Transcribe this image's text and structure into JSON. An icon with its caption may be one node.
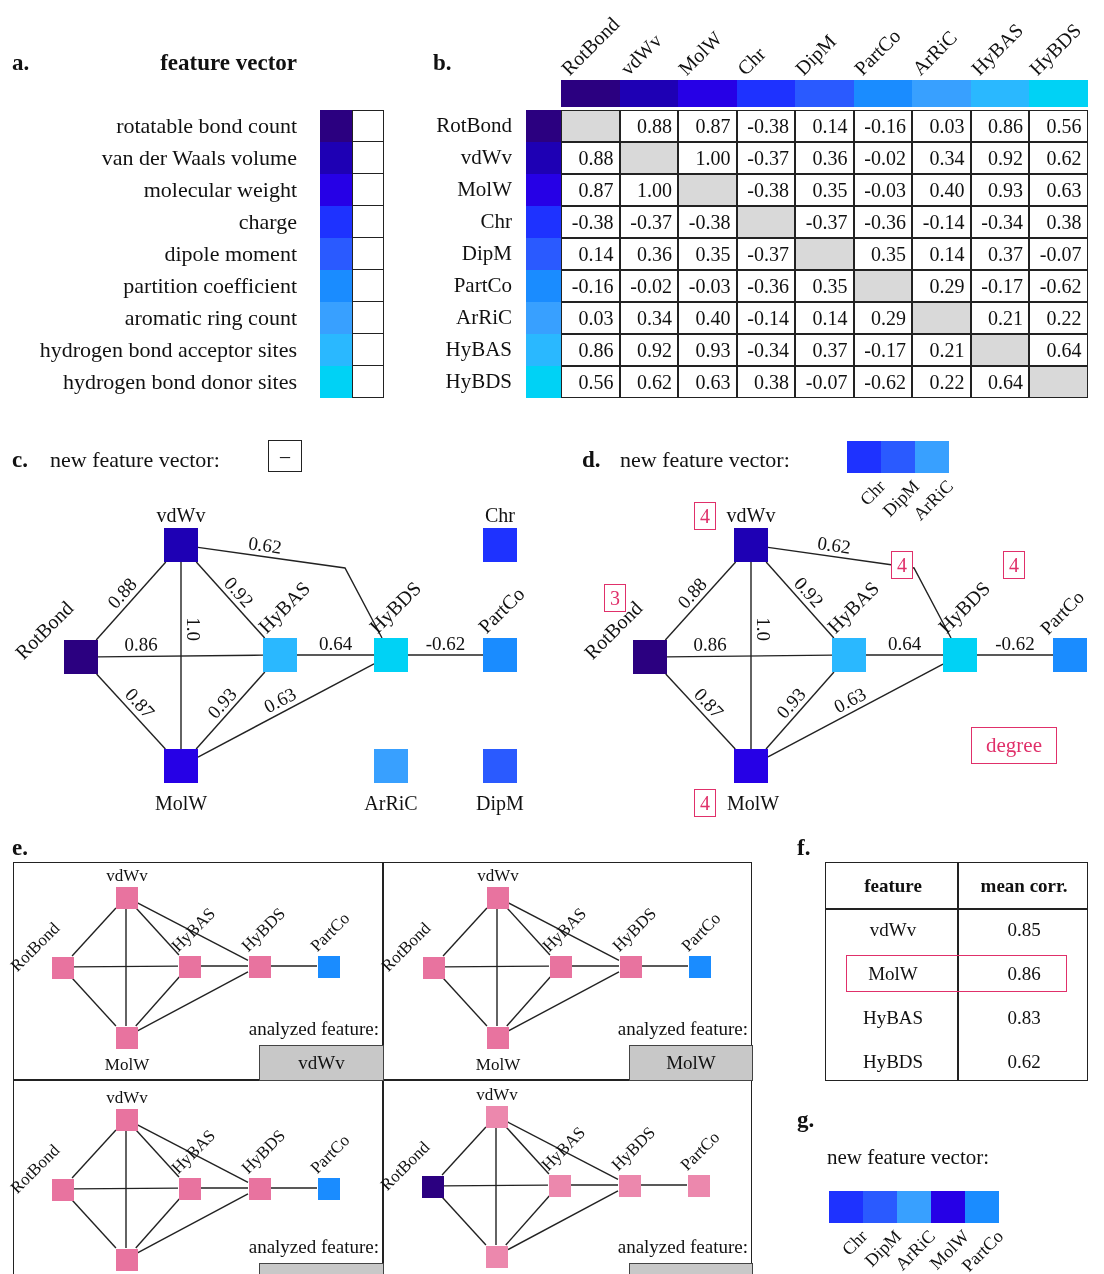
{
  "diagram": {
    "nodes": [
      {
        "text": [
          "vdWv"
        ]
      },
      {
        "text": [
          "Chr"
        ]
      },
      {
        "text": [
          "RotBond"
        ]
      },
      {
        "text": [
          "HyBAS"
        ]
      },
      {
        "text": [
          "HyBDS"
        ]
      },
      {
        "text": [
          "PartCo"
        ]
      },
      {
        "text": [
          "MolW"
        ]
      },
      {
        "text": [
          "ArRiC"
        ]
      },
      {
        "text": [
          "DipM"
        ]
      },
      {
        "text": [
          "vdWv"
        ],
        "beside": [
          "4"
        ]
      },
      {
        "text": [
          "RotBond"
        ],
        "beside": [
          "3"
        ]
      },
      {
        "text": [
          "HyBAS"
        ],
        "beside": [
          "4"
        ]
      },
      {
        "text": [
          "HyBDS"
        ],
        "beside": [
          "4"
        ]
      },
      {
        "text": [
          "PartCo"
        ]
      },
      {
        "text": [
          "MolW"
        ],
        "beside": [
          "4"
        ]
      },
      {
        "text": [
          "analyzed feature:"
        ]
      },
      {
        "text": [
          "vdWv"
        ],
        "in": 15
      },
      {
        "text": [
          "RotBond"
        ],
        "in": 15
      },
      {
        "text": [
          "HyBAS"
        ],
        "in": 15
      },
      {
        "text": [
          "HyBDS"
        ],
        "in": 15
      },
      {
        "text": [
          "PartCo"
        ],
        "in": 15
      },
      {
        "text": [
          "MolW"
        ],
        "in": 15
      },
      {
        "text": [
          "vdWv"
        ],
        "in": 15
      },
      {
        "text": [
          "analyzed feature:"
        ]
      },
      {
        "text": [
          "vdWv"
        ],
        "in": 23
      },
      {
        "text": [
          "RotBond"
        ],
        "in": 23
      },
      {
        "text": [
          "HyBAS"
        ],
        "in": 23
      },
      {
        "text": [
          "HyBDS"
        ],
        "in": 23
      },
      {
        "text": [
          "PartCo"
        ],
        "in": 23
      },
      {
        "text": [
          "MolW"
        ],
        "in": 23
      },
      {
        "text": [
          "MolW"
        ],
        "in": 23
      },
      {
        "text": [
          "analyzed feature:"
        ]
      },
      {
        "text": [
          "vdWv"
        ],
        "in": 31
      },
      {
        "text": [
          "RotBond"
        ],
        "in": 31
      },
      {
        "text": [
          "HyBAS"
        ],
        "in": 31
      },
      {
        "text": [
          "HyBDS"
        ],
        "in": 31
      },
      {
        "text": [
          "PartCo"
        ],
        "in": 31
      },
      {
        "text": [],
        "shape": "box",
        "in": 31
      },
      {
        "text": [],
        "shape": "box",
        "in": 31
      },
      {
        "text": [
          "analyzed feature:"
        ]
      },
      {
        "text": [
          "vdWv"
        ],
        "in": 39
      },
      {
        "text": [
          "RotBond"
        ],
        "in": 39
      },
      {
        "text": [
          "HyBAS"
        ],
        "in": 39
      },
      {
        "text": [
          "HyBDS"
        ],
        "in": 39
      },
      {
        "text": [
          "PartCo"
        ],
        "in": 39
      },
      {
        "text": [],
        "shape": "box",
        "in": 39
      },
      {
        "text": [],
        "shape": "box",
        "in": 39
      }
    ],
    "edges": [
      {
        "from": 2,
        "to": 0,
        "arrow": "none",
        "label": "0.88"
      },
      {
        "from": 2,
        "to": 3,
        "arrow": "none",
        "label": "0.86"
      },
      {
        "from": 2,
        "to": 6,
        "arrow": "none",
        "label": "0.87"
      },
      {
        "from": 0,
        "to": 6,
        "arrow": "none",
        "label": "1.0"
      },
      {
        "from": 0,
        "to": 3,
        "arrow": "none",
        "label": "0.92"
      },
      {
        "from": 0,
        "to": 4,
        "arrow": "none",
        "label": "0.62"
      },
      {
        "from": 6,
        "to": 3,
        "arrow": "none",
        "label": "0.93"
      },
      {
        "from": 6,
        "to": 4,
        "arrow": "none",
        "label": "0.63"
      },
      {
        "from": 3,
        "to": 4,
        "arrow": "none",
        "label": "0.64"
      },
      {
        "from": 4,
        "to": 5,
        "arrow": "none",
        "label": "-0.62"
      },
      {
        "from": 10,
        "to": 9,
        "arrow": "none",
        "label": "0.88"
      },
      {
        "from": 10,
        "to": 11,
        "arrow": "none",
        "label": "0.86"
      },
      {
        "from": 10,
        "to": 14,
        "arrow": "none",
        "label": "0.87"
      },
      {
        "from": 9,
        "to": 14,
        "arrow": "none",
        "label": "1.0"
      },
      {
        "from": 9,
        "to": 11,
        "arrow": "none",
        "label": "0.92"
      },
      {
        "from": 9,
        "to": 12,
        "arrow": "none",
        "label": "0.62"
      },
      {
        "from": 14,
        "to": 11,
        "arrow": "none",
        "label": "0.93"
      },
      {
        "from": 14,
        "to": 12,
        "arrow": "none",
        "label": "0.63"
      },
      {
        "from": 11,
        "to": 12,
        "arrow": "none",
        "label": "0.64"
      },
      {
        "from": 12,
        "to": 13,
        "arrow": "none",
        "label": "-0.62"
      },
      {
        "from": 17,
        "to": 16,
        "arrow": "none"
      },
      {
        "from": 17,
        "to": 18,
        "arrow": "none"
      },
      {
        "from": 17,
        "to": 21,
        "arrow": "none"
      },
      {
        "from": 16,
        "to": 21,
        "arrow": "none"
      },
      {
        "from": 16,
        "to": 18,
        "arrow": "none"
      },
      {
        "from": 16,
        "to": 19,
        "arrow": "none"
      },
      {
        "from": 21,
        "to": 18,
        "arrow": "none"
      },
      {
        "from": 21,
        "to": 19,
        "arrow": "none"
      },
      {
        "from": 18,
        "to": 19,
        "arrow": "none"
      },
      {
        "from": 19,
        "to": 20,
        "arrow": "none"
      },
      {
        "from": 25,
        "to": 24,
        "arrow": "none"
      },
      {
        "from": 25,
        "to": 26,
        "arrow": "none"
      },
      {
        "from": 25,
        "to": 29,
        "arrow": "none"
      },
      {
        "from": 24,
        "to": 29,
        "arrow": "none"
      },
      {
        "from": 24,
        "to": 26,
        "arrow": "none"
      },
      {
        "from": 24,
        "to": 27,
        "arrow": "none"
      },
      {
        "from": 29,
        "to": 26,
        "arrow": "none"
      },
      {
        "from": 29,
        "to": 27,
        "arrow": "none"
      },
      {
        "from": 26,
        "to": 27,
        "arrow": "none"
      },
      {
        "from": 27,
        "to": 28,
        "arrow": "none"
      },
      {
        "from": 33,
        "to": 32,
        "arrow": "none"
      },
      {
        "from": 33,
        "to": 34,
        "arrow": "none"
      },
      {
        "from": 33,
        "to": 37,
        "arrow": "none"
      },
      {
        "from": 32,
        "to": 37,
        "arrow": "none"
      },
      {
        "from": 32,
        "to": 34,
        "arrow": "none"
      },
      {
        "from": 32,
        "to": 35,
        "arrow": "none"
      },
      {
        "from": 37,
        "to": 34,
        "arrow": "none"
      },
      {
        "from": 37,
        "to": 35,
        "arrow": "none"
      },
      {
        "from": 34,
        "to": 35,
        "arrow": "none"
      },
      {
        "from": 35,
        "to": 36,
        "arrow": "none"
      },
      {
        "from": 41,
        "to": 40,
        "arrow": "none"
      },
      {
        "from": 41,
        "to": 42,
        "arrow": "none"
      },
      {
        "from": 41,
        "to": 45,
        "arrow": "none"
      },
      {
        "from": 40,
        "to": 45,
        "arrow": "none"
      },
      {
        "from": 40,
        "to": 42,
        "arrow": "none"
      },
      {
        "from": 40,
        "to": 43,
        "arrow": "none"
      },
      {
        "from": 45,
        "to": 42,
        "arrow": "none"
      },
      {
        "from": 45,
        "to": 43,
        "arrow": "none"
      },
      {
        "from": 42,
        "to": 43,
        "arrow": "none"
      },
      {
        "from": 43,
        "to": 44,
        "arrow": "none"
      }
    ],
    "labels": [
      "a.",
      "feature vector",
      "b.",
      "RotBond",
      "vdWv",
      "MolW",
      "Chr",
      "DipM",
      "PartCo",
      "ArRiC",
      "HyBAS",
      "HyBDS",
      "RotBond",
      "0.88",
      "0.87",
      "-0.38",
      "0.14",
      "-0.16",
      "0.03",
      "0.86",
      "0.56",
      "vdWv",
      "0.88",
      "1.00",
      "-0.37",
      "0.36",
      "-0.02",
      "0.34",
      "0.92",
      "0.62",
      "MolW",
      "0.87",
      "1.00",
      "-0.38",
      "0.35",
      "-0.03",
      "0.40",
      "0.93",
      "0.63",
      "Chr",
      "-0.38",
      "-0.37",
      "-0.38",
      "-0.37",
      "-0.36",
      "-0.14",
      "-0.34",
      "0.38",
      "DipM",
      "0.14",
      "0.36",
      "0.35",
      "-0.37",
      "0.35",
      "0.14",
      "0.37",
      "-0.07",
      "PartCo",
      "-0.16",
      "-0.02",
      "-0.03",
      "-0.36",
      "0.35",
      "0.29",
      "-0.17",
      "-0.62",
      "ArRiC",
      "0.03",
      "0.34",
      "0.40",
      "-0.14",
      "0.14",
      "0.29",
      "0.21",
      "0.22",
      "HyBAS",
      "0.86",
      "0.92",
      "0.93",
      "-0.34",
      "0.37",
      "-0.17",
      "0.21",
      "0.64",
      "HyBDS",
      "0.56",
      "0.62",
      "0.63",
      "0.38",
      "-0.07",
      "-0.62",
      "0.22",
      "0.64",
      "c.",
      "new feature vector:",
      "–",
      "d.",
      "new feature vector:",
      "Chr",
      "DipM",
      "ArRiC",
      "degree",
      "e.",
      "f.",
      "feature",
      "mean corr.",
      "vdWv",
      "0.85",
      "MolW",
      "0.86",
      "HyBAS",
      "0.83",
      "HyBDS",
      "0.62",
      "g.",
      "new feature vector:",
      "Chr",
      "DipM",
      "ArRiC",
      "MolW",
      "PartCo"
    ],
    "legend": [
      {
        "text": "rotatable bond count",
        "color": "#2b0080"
      },
      {
        "text": "van der Waals volume",
        "color": "#1e00b4"
      },
      {
        "text": "molecular weight",
        "color": "#2600e6"
      },
      {
        "text": "charge",
        "color": "#1e32ff"
      },
      {
        "text": "dipole moment",
        "color": "#2a5aff"
      },
      {
        "text": "partition coefficient",
        "color": "#1a8cff"
      },
      {
        "text": "aromatic ring count",
        "color": "#38a0ff"
      },
      {
        "text": "hydrogen bond acceptor sites",
        "color": "#2ab8ff"
      },
      {
        "text": "hydrogen bond donor sites",
        "color": "#00d2f5"
      }
    ]
  }
}
